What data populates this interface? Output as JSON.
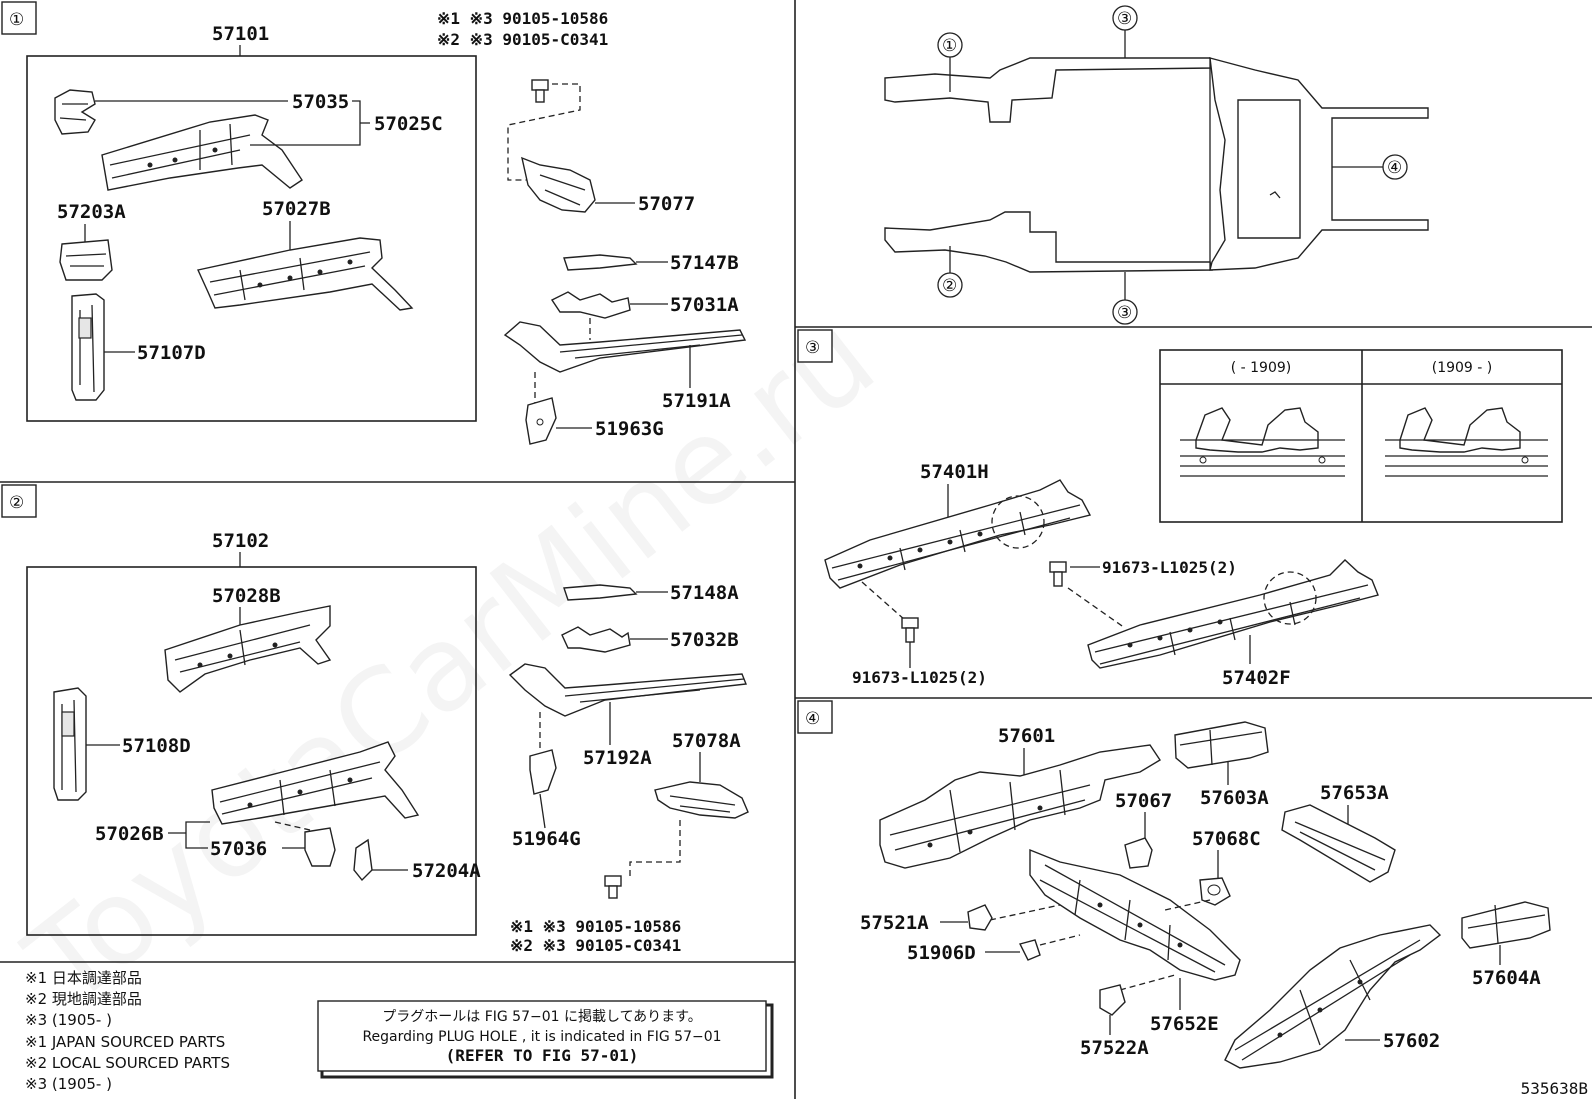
{
  "watermark": "ToyotaCarMine.ru",
  "figure_id": "535638B",
  "section_numbers": [
    "①",
    "②",
    "③",
    "④"
  ],
  "section1": {
    "group": "57101",
    "parts": [
      "57035",
      "57025C",
      "57203A",
      "57027B",
      "57107D"
    ],
    "outer_parts": [
      "57077",
      "57147B",
      "57031A",
      "57191A",
      "51963G"
    ],
    "bolt_note_1": "※1 ※3 90105-10586",
    "bolt_note_2": "※2 ※3 90105-C0341"
  },
  "section2": {
    "group": "57102",
    "parts": [
      "57028B",
      "57108D",
      "57026B",
      "57036",
      "57204A"
    ],
    "outer_parts": [
      "57148A",
      "57032B",
      "57192A",
      "57078A",
      "51964G"
    ],
    "bolt_note_1": "※1 ※3 90105-10586",
    "bolt_note_2": "※2 ※3 90105-C0341"
  },
  "overview": {
    "callouts": [
      "①",
      "②",
      "③",
      "③",
      "④"
    ]
  },
  "section3": {
    "parts": [
      "57401H",
      "57402F"
    ],
    "bolt_upper": "91673-L1025(2)",
    "bolt_lower": "91673-L1025(2)",
    "detail_header_left": "(     - 1909)",
    "detail_header_right": "(1909 -     )"
  },
  "section4": {
    "parts": [
      "57601",
      "57603A",
      "57653A",
      "57067",
      "57068C",
      "57521A",
      "51906D",
      "57522A",
      "57652E",
      "57602",
      "57604A"
    ]
  },
  "legend": {
    "lines": [
      "※1 日本調達部品",
      "※2 現地調達部品",
      "※3 (1905-       )",
      "※1 JAPAN SOURCED PARTS",
      "※2 LOCAL SOURCED PARTS",
      "※3 (1905-       )"
    ]
  },
  "plug_note": {
    "line1": "プラグホールは FIG 57−01 に掲載してあります。",
    "line2": "Regarding  PLUG  HOLE , it is indicated in  FIG  57−01",
    "line3": "(REFER TO FIG 57-01)"
  }
}
